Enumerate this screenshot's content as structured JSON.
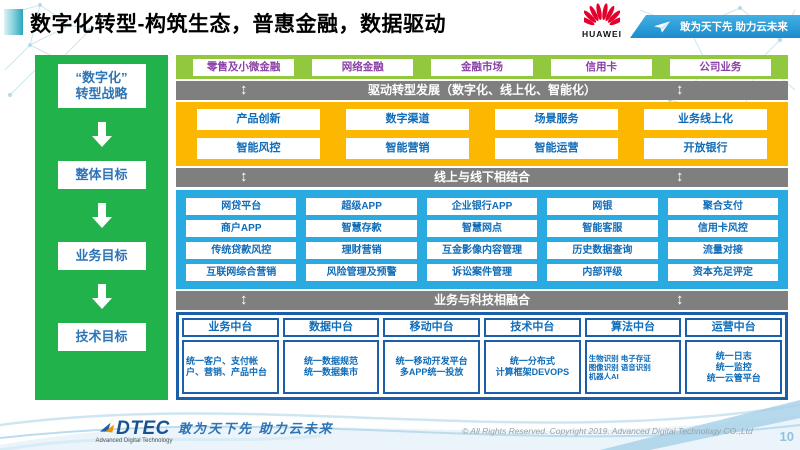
{
  "slide": {
    "title": "数字化转型-构筑生态，普惠金融，数据驱动",
    "page_number": "10"
  },
  "header": {
    "huawei_wordmark": "HUAWEI",
    "ribbon_slogan": "敢为天下先 助力云未来"
  },
  "icons": {
    "updown_arrow": "↕"
  },
  "sidebar": {
    "items": [
      {
        "lines": [
          "“数字化”",
          "转型战略"
        ]
      },
      {
        "lines": [
          "整体目标"
        ]
      },
      {
        "lines": [
          "业务目标"
        ]
      },
      {
        "lines": [
          "技术目标"
        ]
      }
    ]
  },
  "business_lines": [
    "零售及小微金融",
    "网络金融",
    "金融市场",
    "信用卡",
    "公司业务"
  ],
  "banners": {
    "drive_transformation": "驱动转型发展（数字化、线上化、智能化）",
    "online_offline": "线上与线下相结合",
    "business_technology": "业务与科技相融合"
  },
  "capabilities": {
    "rows": [
      [
        "产品创新",
        "数字渠道",
        "场景服务",
        "业务线上化"
      ],
      [
        "智能风控",
        "智能营销",
        "智能运营",
        "开放银行"
      ]
    ]
  },
  "applications": {
    "rows": [
      [
        "网贷平台",
        "超级APP",
        "企业银行APP",
        "网银",
        "聚合支付"
      ],
      [
        "商户APP",
        "智慧存款",
        "智慧网点",
        "智能客服",
        "信用卡风控"
      ],
      [
        "传统贷款风控",
        "理财营销",
        "互金影像内容管理",
        "历史数据查询",
        "流量对接"
      ],
      [
        "互联网综合营销",
        "风险管理及预警",
        "诉讼案件管理",
        "内部评级",
        "资本充足评定"
      ]
    ]
  },
  "platforms": [
    {
      "title": "业务中台",
      "lines": [
        "统一客户、支付帐户、营销、产品中台"
      ]
    },
    {
      "title": "数据中台",
      "lines": [
        "统一数据规范",
        "统一数据集市"
      ]
    },
    {
      "title": "移动中台",
      "lines": [
        "统一移动开发平台",
        "多APP统一投放"
      ]
    },
    {
      "title": "技术中台",
      "lines": [
        "统一分布式",
        "计算框架DEVOPS"
      ]
    },
    {
      "title": "算法中台",
      "lines": [
        "生物识别 电子存证",
        "图像识别 语音识别",
        "机器人AI"
      ]
    },
    {
      "title": "运营中台",
      "lines": [
        "统一日志",
        "统一监控",
        "统一云管平台"
      ]
    }
  ],
  "footer": {
    "logo_text": "DTEC",
    "logo_subtext": "Advanced Digital Technology",
    "slogan": "敢为天下先   助力云未来",
    "copyright": "© All Rights Reserved. Copyright 2019. Advanced Digital Technology CO.,Ltd"
  },
  "colors": {
    "sidebar_green": "#21b24c",
    "business_line_green": "#92c83e",
    "business_line_text_purple": "#8b3fa8",
    "banner_gray": "#7f7f7f",
    "capability_yellow": "#fcb800",
    "application_blue": "#29abe2",
    "box_text_blue": "#0f6cb8",
    "platform_border_blue": "#1b5ea9",
    "huawei_red": "#e4002b",
    "ribbon_blue": "#1b8ccd"
  }
}
